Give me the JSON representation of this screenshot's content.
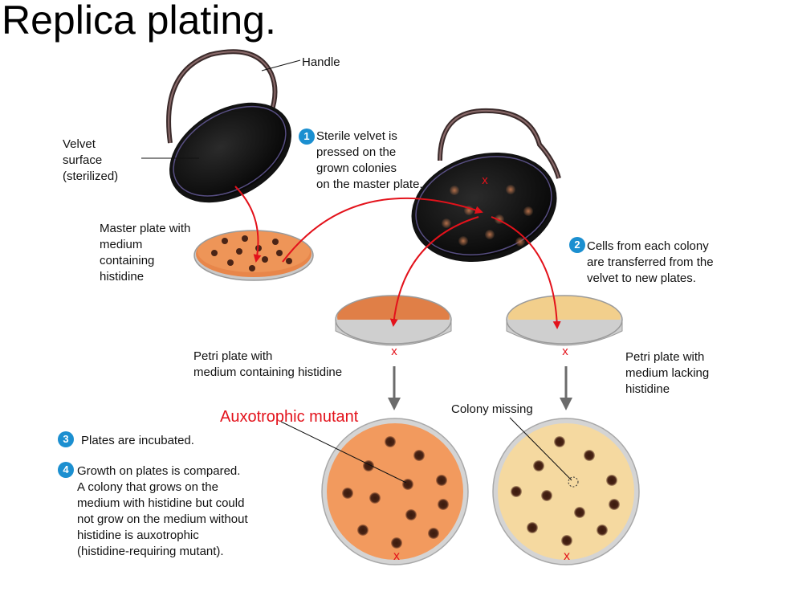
{
  "title": "Replica plating.",
  "labels": {
    "handle": "Handle",
    "velvet": "Velvet\nsurface\n(sterilized)",
    "master_plate": "Master plate with\nmedium\ncontaining\nhistidine",
    "plate_with": "Petri plate with\nmedium containing histidine",
    "plate_lacking": "Petri plate with\nmedium lacking\nhistidine",
    "auxotrophic_mutant": "Auxotrophic mutant",
    "colony_missing": "Colony missing"
  },
  "steps": [
    {
      "number": "1",
      "text": "Sterile velvet is\npressed on the\ngrown colonies\non the master plate."
    },
    {
      "number": "2",
      "text": "Cells from each colony\nare transferred from the\nvelvet to new plates."
    },
    {
      "number": "3",
      "text": "Plates are incubated."
    },
    {
      "number": "4",
      "text": "Growth on plates is compared.\nA colony that grows on the\nmedium with histidine but could\nnot grow on the medium without\nhistidine is auxotrophic\n(histidine-requiring mutant)."
    }
  ],
  "marker": "x",
  "colors": {
    "histidine_medium": "#e8864a",
    "lacking_medium": "#f4d49a",
    "arrow_red": "#e3121b",
    "step_blue": "#1b8fd0",
    "colony": "#4a2416"
  }
}
